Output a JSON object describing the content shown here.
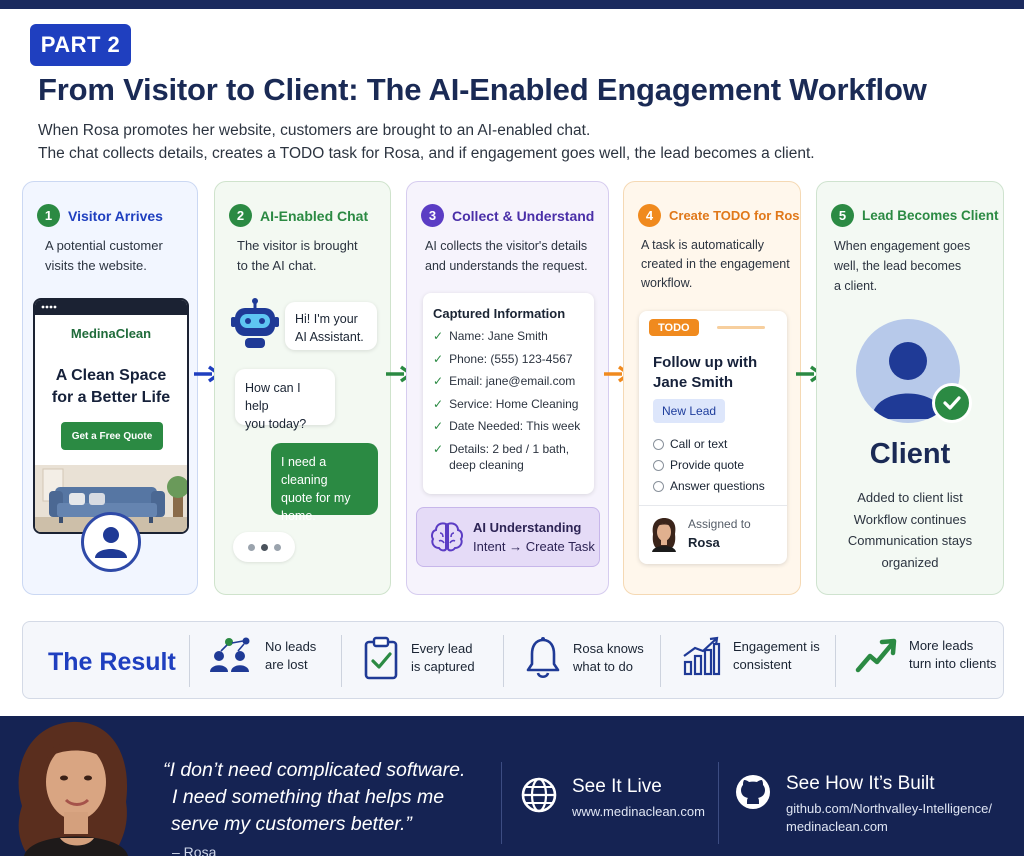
{
  "header": {
    "badge": "PART 2",
    "title": "From Visitor to Client: The AI-Enabled Engagement Workflow",
    "subtitle_line1": "When Rosa promotes her website, customers are brought to an AI-enabled chat.",
    "subtitle_line2": "The chat collects details, creates a TODO task for Rosa, and if engagement goes well, the lead becomes a client."
  },
  "colors": {
    "blue": "#1f3fbf",
    "green": "#2b8a43",
    "purple": "#5b3cc4",
    "orange": "#f08a1e",
    "navy": "#152353"
  },
  "steps": [
    {
      "number": "1",
      "title": "Visitor Arrives",
      "desc_line1": "A potential customer",
      "desc_line2": "visits the website.",
      "phone": {
        "brand": "MedinaClean",
        "headline_line1": "A Clean Space",
        "headline_line2": "for a Better Life",
        "cta": "Get a Free Quote"
      }
    },
    {
      "number": "2",
      "title": "AI-Enabled Chat",
      "desc_line1": "The visitor is brought",
      "desc_line2": "to the AI chat.",
      "chat": {
        "bot_line1": "Hi! I'm your",
        "bot_line2": "AI Assistant.",
        "bot2_line1": "How can I help",
        "bot2_line2": "you today?",
        "user_line1": "I need a cleaning",
        "user_line2": "quote for my",
        "user_line3": "home."
      }
    },
    {
      "number": "3",
      "title": "Collect & Understand",
      "desc_line1": "AI collects the visitor's details",
      "desc_line2": "and understands the request.",
      "captured": {
        "title": "Captured Information",
        "items": [
          "Name: Jane Smith",
          "Phone: (555) 123-4567",
          "Email: jane@email.com",
          "Service: Home Cleaning",
          "Date Needed: This week",
          "Details: 2 bed / 1 bath,"
        ],
        "items_extra": "deep cleaning"
      },
      "ai_box_line1": "AI Understanding",
      "ai_box_line2": "Intent → Create Task"
    },
    {
      "number": "4",
      "title": "Create TODO for Rosa",
      "desc_line1": "A task is automatically",
      "desc_line2": "created in the engagement",
      "desc_line3": "workflow.",
      "todo": {
        "tag": "TODO",
        "title_line1": "Follow up with",
        "title_line2": "Jane Smith",
        "badge": "New Lead",
        "options": [
          "Call or text",
          "Provide quote",
          "Answer questions"
        ],
        "assigned_label": "Assigned to",
        "assigned_name": "Rosa"
      }
    },
    {
      "number": "5",
      "title": "Lead Becomes Client",
      "desc_line1": "When engagement goes",
      "desc_line2": "well, the lead becomes",
      "desc_line3": "a client.",
      "client_label": "Client",
      "list": [
        "Added to client list",
        "Workflow continues",
        "Communication stays",
        "organized"
      ]
    }
  ],
  "result": {
    "title": "The Result",
    "items": [
      {
        "line1": "No leads",
        "line2": "are lost",
        "icon": "users-network-icon"
      },
      {
        "line1": "Every lead",
        "line2": "is captured",
        "icon": "clipboard-check-icon"
      },
      {
        "line1": "Rosa knows",
        "line2": "what to do",
        "icon": "bell-icon"
      },
      {
        "line1": "Engagement is",
        "line2": "consistent",
        "icon": "bar-chart-icon"
      },
      {
        "line1": "More leads",
        "line2": "turn into clients",
        "icon": "trend-up-icon"
      }
    ]
  },
  "footer": {
    "quote_line1": "“I don’t need complicated software.",
    "quote_line2": "I need something that helps me",
    "quote_line3": "serve my customers better.”",
    "author": "– Rosa",
    "live_title": "See It Live",
    "live_url": "www.medinaclean.com",
    "built_title": "See How It’s Built",
    "built_url_line1": "github.com/Northvalley-Intelligence/",
    "built_url_line2": "medinaclean.com"
  }
}
